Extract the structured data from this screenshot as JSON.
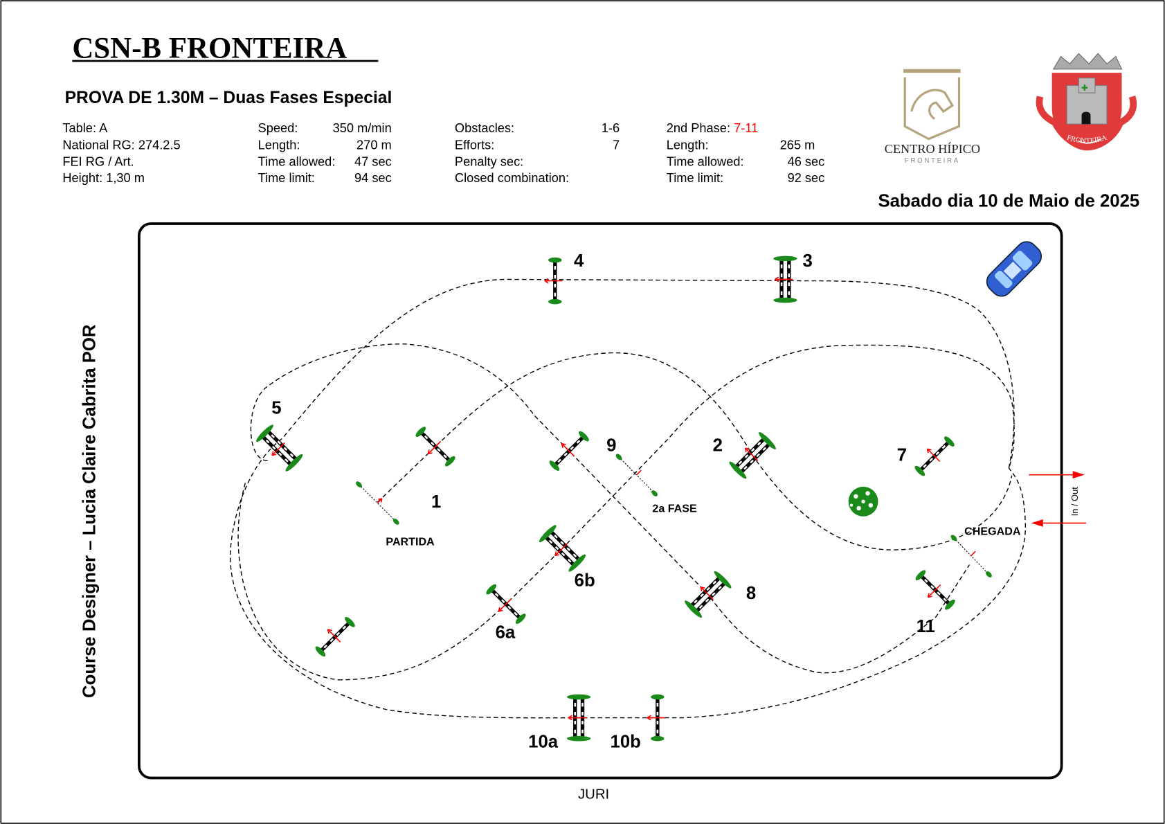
{
  "header": {
    "title": "CSN-B FRONTEIRA",
    "subtitle": "PROVA DE 1.30M – Duas Fases Especial",
    "date": "Sabado dia 10 de Maio de 2025"
  },
  "info": {
    "col1": [
      "Table: A",
      "National RG: 274.2.5",
      "FEI RG / Art.",
      "Height: 1,30 m"
    ],
    "col2": {
      "labels": [
        "Speed:",
        "Length:",
        "Time allowed:",
        "Time limit:"
      ],
      "values": [
        "350 m/min",
        "270 m",
        "47 sec",
        "94 sec"
      ]
    },
    "col3": {
      "labels": [
        "Obstacles:",
        "Efforts:",
        "Penalty sec:",
        "Closed combination:"
      ],
      "values": [
        "1-6",
        "7",
        "",
        ""
      ]
    },
    "col4": {
      "phase_label": "2nd Phase: ",
      "phase_value": "7-11",
      "labels": [
        "Length:",
        "Time allowed:",
        "Time limit:"
      ],
      "values": [
        "265 m",
        "46 sec",
        "92 sec"
      ]
    }
  },
  "logos": {
    "club_name": "CENTRO HÍPICO",
    "club_sub": "FRONTEIRA",
    "crest_text": "FRONTEIRA"
  },
  "designer": "Course Designer – Lucia Claire Cabrita POR",
  "arena": {
    "jury": "JURI",
    "in_out": "In / Out",
    "start": "PARTIDA",
    "second_phase": "2a FASE",
    "finish": "CHEGADA",
    "obstacle_numbers": [
      "1",
      "2",
      "3",
      "4",
      "5",
      "6a",
      "6b",
      "7",
      "8",
      "9",
      "10a",
      "10b",
      "11"
    ]
  },
  "colors": {
    "accent_red": "#ff0000",
    "pole_green": "#1a8a1a",
    "logo_gold": "#b5a47e",
    "crest_red": "#e03a3a"
  }
}
